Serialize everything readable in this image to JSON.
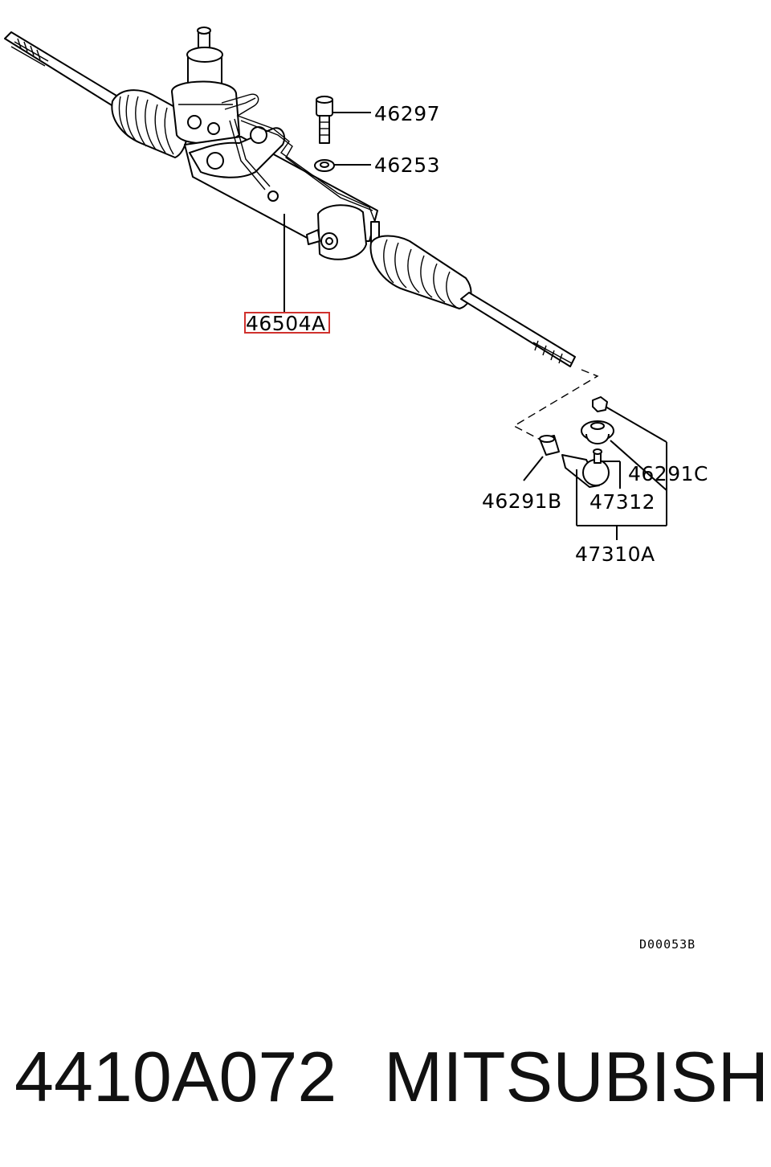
{
  "diagram": {
    "callouts": {
      "bolt": "46297",
      "washer": "46253",
      "rack_assembly": "46504A",
      "bushing": "46291B",
      "tie_rod_end": "47312",
      "nut_set": "46291C",
      "tie_rod_end_set": "47310A"
    },
    "reference_code": "D00053B",
    "highlighted_part": "46504A",
    "highlight_color": "#d0312d"
  },
  "footer": {
    "part_number": "4410A072",
    "brand": "MITSUBISHI"
  }
}
